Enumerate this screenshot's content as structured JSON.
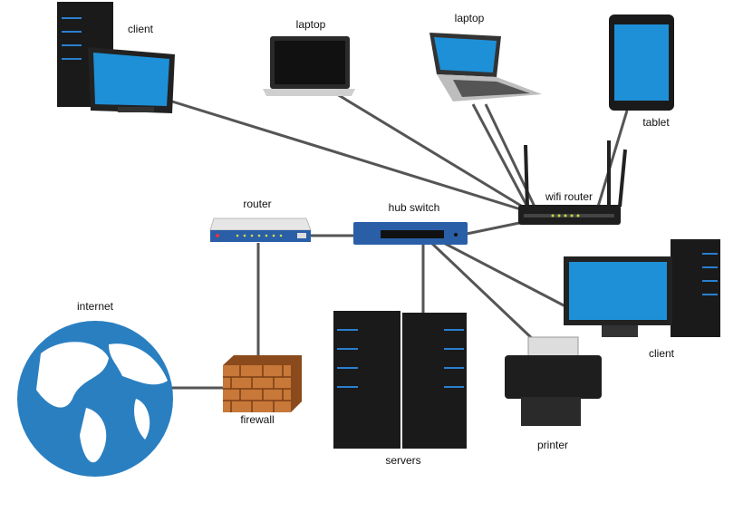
{
  "nodes": {
    "client_top": {
      "label": "client"
    },
    "laptop_1": {
      "label": "laptop"
    },
    "laptop_2": {
      "label": "laptop"
    },
    "tablet": {
      "label": "tablet"
    },
    "wifi_router": {
      "label": "wifi router"
    },
    "router": {
      "label": "router"
    },
    "hub_switch": {
      "label": "hub switch"
    },
    "internet": {
      "label": "internet"
    },
    "firewall": {
      "label": "firewall"
    },
    "servers": {
      "label": "servers"
    },
    "printer": {
      "label": "printer"
    },
    "client_right": {
      "label": "client"
    }
  },
  "edges": [
    [
      "client_top",
      "wifi_router"
    ],
    [
      "laptop_1",
      "wifi_router"
    ],
    [
      "laptop_2",
      "wifi_router"
    ],
    [
      "tablet",
      "wifi_router"
    ],
    [
      "router",
      "hub_switch"
    ],
    [
      "hub_switch",
      "wifi_router"
    ],
    [
      "router",
      "firewall"
    ],
    [
      "internet",
      "firewall"
    ],
    [
      "hub_switch",
      "servers"
    ],
    [
      "hub_switch",
      "printer"
    ],
    [
      "hub_switch",
      "client_right"
    ]
  ],
  "colors": {
    "screen": "#1e90d8",
    "device": "#1a1a1a",
    "switch": "#2a5fa8",
    "cable": "#555555",
    "globe": "#2a7fc1",
    "brick": "#b5652a"
  }
}
